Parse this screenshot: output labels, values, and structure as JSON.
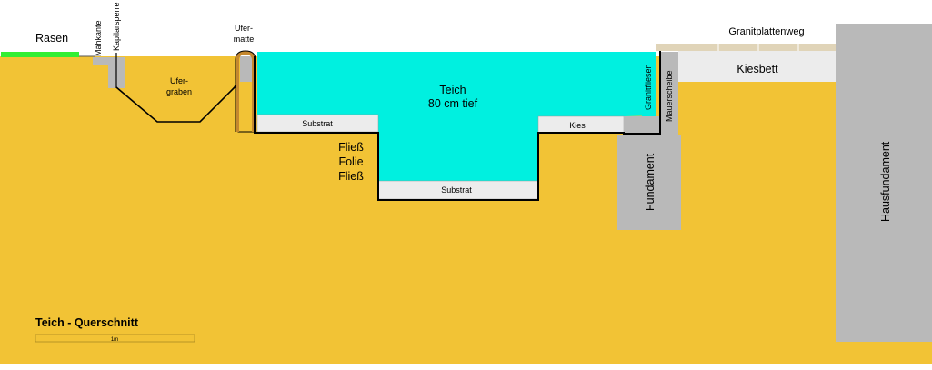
{
  "title": "Teich - Querschnitt",
  "scale_label": "1m",
  "labels": {
    "rasen": "Rasen",
    "maehkante": "Mähkante",
    "kapilarsperre": "Kapilarsperre",
    "ufergraben_1": "Ufer-",
    "ufergraben_2": "graben",
    "ufermatte_1": "Ufer-",
    "ufermatte_2": "matte",
    "teich_1": "Teich",
    "teich_2": "80 cm tief",
    "substrat_left": "Substrat",
    "substrat_bottom": "Substrat",
    "kies": "Kies",
    "fliess_1": "Fließ",
    "folie": "Folie",
    "fliess_2": "Fließ",
    "granitfliesen": "Granitfliesen",
    "mauerscheibe": "Mauerscheibe",
    "granitplattenweg": "Granitplattenweg",
    "kiesbett": "Kiesbett",
    "fundament": "Fundament",
    "hausfundament": "Hausfundament"
  },
  "colors": {
    "soil": "#f2c335",
    "water": "#00f0e0",
    "grass": "#33ee33",
    "concrete": "#b9b9b9",
    "substrate": "#ececec",
    "paving": "#e0d4b8",
    "liner": "#000000"
  }
}
